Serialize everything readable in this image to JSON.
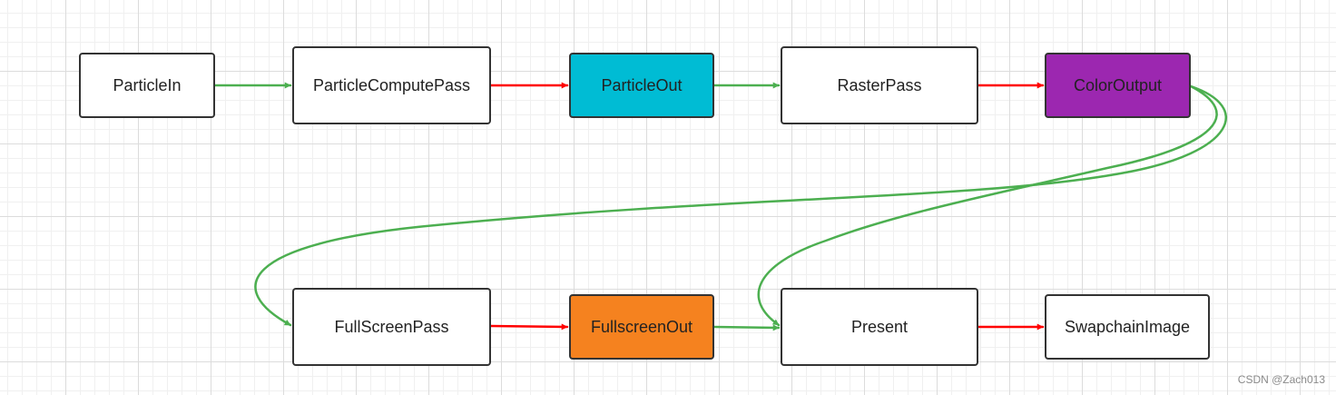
{
  "nodes": {
    "particle_in": {
      "label": "ParticleIn",
      "fill": "#ffffff"
    },
    "particle_compute_pass": {
      "label": "ParticleComputePass",
      "fill": "#ffffff"
    },
    "particle_out": {
      "label": "ParticleOut",
      "fill": "#00bcd4"
    },
    "raster_pass": {
      "label": "RasterPass",
      "fill": "#ffffff"
    },
    "color_output": {
      "label": "ColorOutput",
      "fill": "#9c27b0"
    },
    "fullscreen_pass": {
      "label": "FullScreenPass",
      "fill": "#ffffff"
    },
    "fullscreen_out": {
      "label": "FullscreenOut",
      "fill": "#f5821f"
    },
    "present": {
      "label": "Present",
      "fill": "#ffffff"
    },
    "swapchain_image": {
      "label": "SwapchainImage",
      "fill": "#ffffff"
    }
  },
  "edges": [
    {
      "from": "particle_in",
      "to": "particle_compute_pass",
      "color": "#4caf50"
    },
    {
      "from": "particle_compute_pass",
      "to": "particle_out",
      "color": "#ff0000"
    },
    {
      "from": "particle_out",
      "to": "raster_pass",
      "color": "#4caf50"
    },
    {
      "from": "raster_pass",
      "to": "color_output",
      "color": "#ff0000"
    },
    {
      "from": "color_output",
      "to": "fullscreen_pass",
      "color": "#4caf50"
    },
    {
      "from": "color_output",
      "to": "present",
      "color": "#4caf50"
    },
    {
      "from": "fullscreen_pass",
      "to": "fullscreen_out",
      "color": "#ff0000"
    },
    {
      "from": "fullscreen_out",
      "to": "present",
      "color": "#4caf50"
    },
    {
      "from": "present",
      "to": "swapchain_image",
      "color": "#ff0000"
    }
  ],
  "watermark": "CSDN @Zach013"
}
